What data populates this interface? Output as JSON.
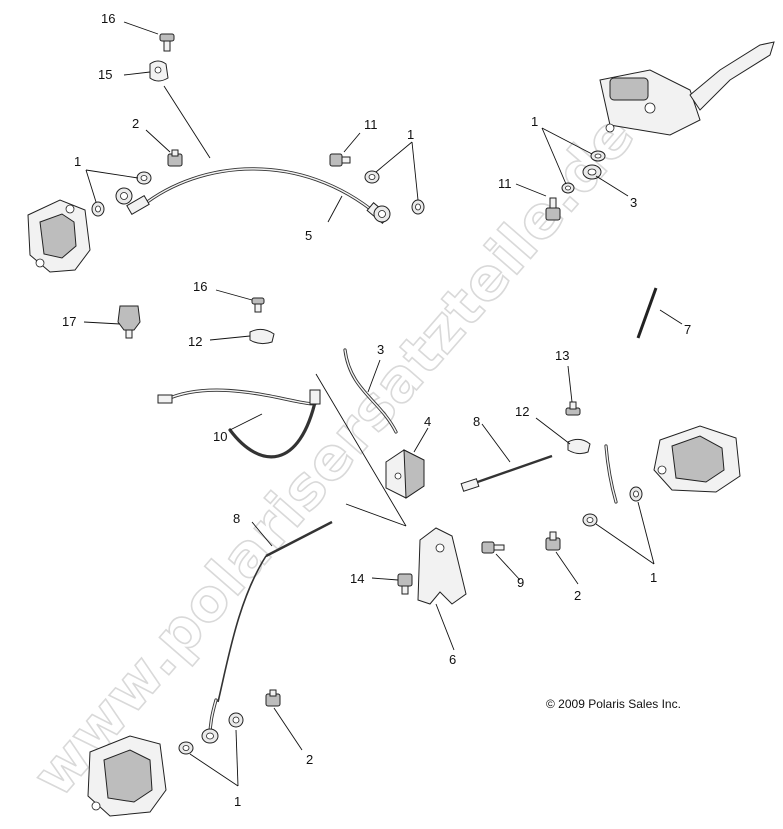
{
  "copyright": "© 2009 Polaris Sales Inc.",
  "watermark": "www.polarisersatzteile.de",
  "callouts": [
    {
      "id": "c16a",
      "label": "16"
    },
    {
      "id": "c15",
      "label": "15"
    },
    {
      "id": "c2a",
      "label": "2"
    },
    {
      "id": "c1a",
      "label": "1"
    },
    {
      "id": "c11a",
      "label": "11"
    },
    {
      "id": "c1b",
      "label": "1"
    },
    {
      "id": "c5",
      "label": "5"
    },
    {
      "id": "c1c",
      "label": "1"
    },
    {
      "id": "c11b",
      "label": "11"
    },
    {
      "id": "c3a",
      "label": "3"
    },
    {
      "id": "c16b",
      "label": "16"
    },
    {
      "id": "c17",
      "label": "17"
    },
    {
      "id": "c12a",
      "label": "12"
    },
    {
      "id": "c7",
      "label": "7"
    },
    {
      "id": "c3b",
      "label": "3"
    },
    {
      "id": "c13",
      "label": "13"
    },
    {
      "id": "c10",
      "label": "10"
    },
    {
      "id": "c4",
      "label": "4"
    },
    {
      "id": "c8a",
      "label": "8"
    },
    {
      "id": "c12b",
      "label": "12"
    },
    {
      "id": "c8b",
      "label": "8"
    },
    {
      "id": "c14",
      "label": "14"
    },
    {
      "id": "c9",
      "label": "9"
    },
    {
      "id": "c2b",
      "label": "2"
    },
    {
      "id": "c1d",
      "label": "1"
    },
    {
      "id": "c6",
      "label": "6"
    },
    {
      "id": "c2c",
      "label": "2"
    },
    {
      "id": "c1e",
      "label": "1"
    }
  ]
}
